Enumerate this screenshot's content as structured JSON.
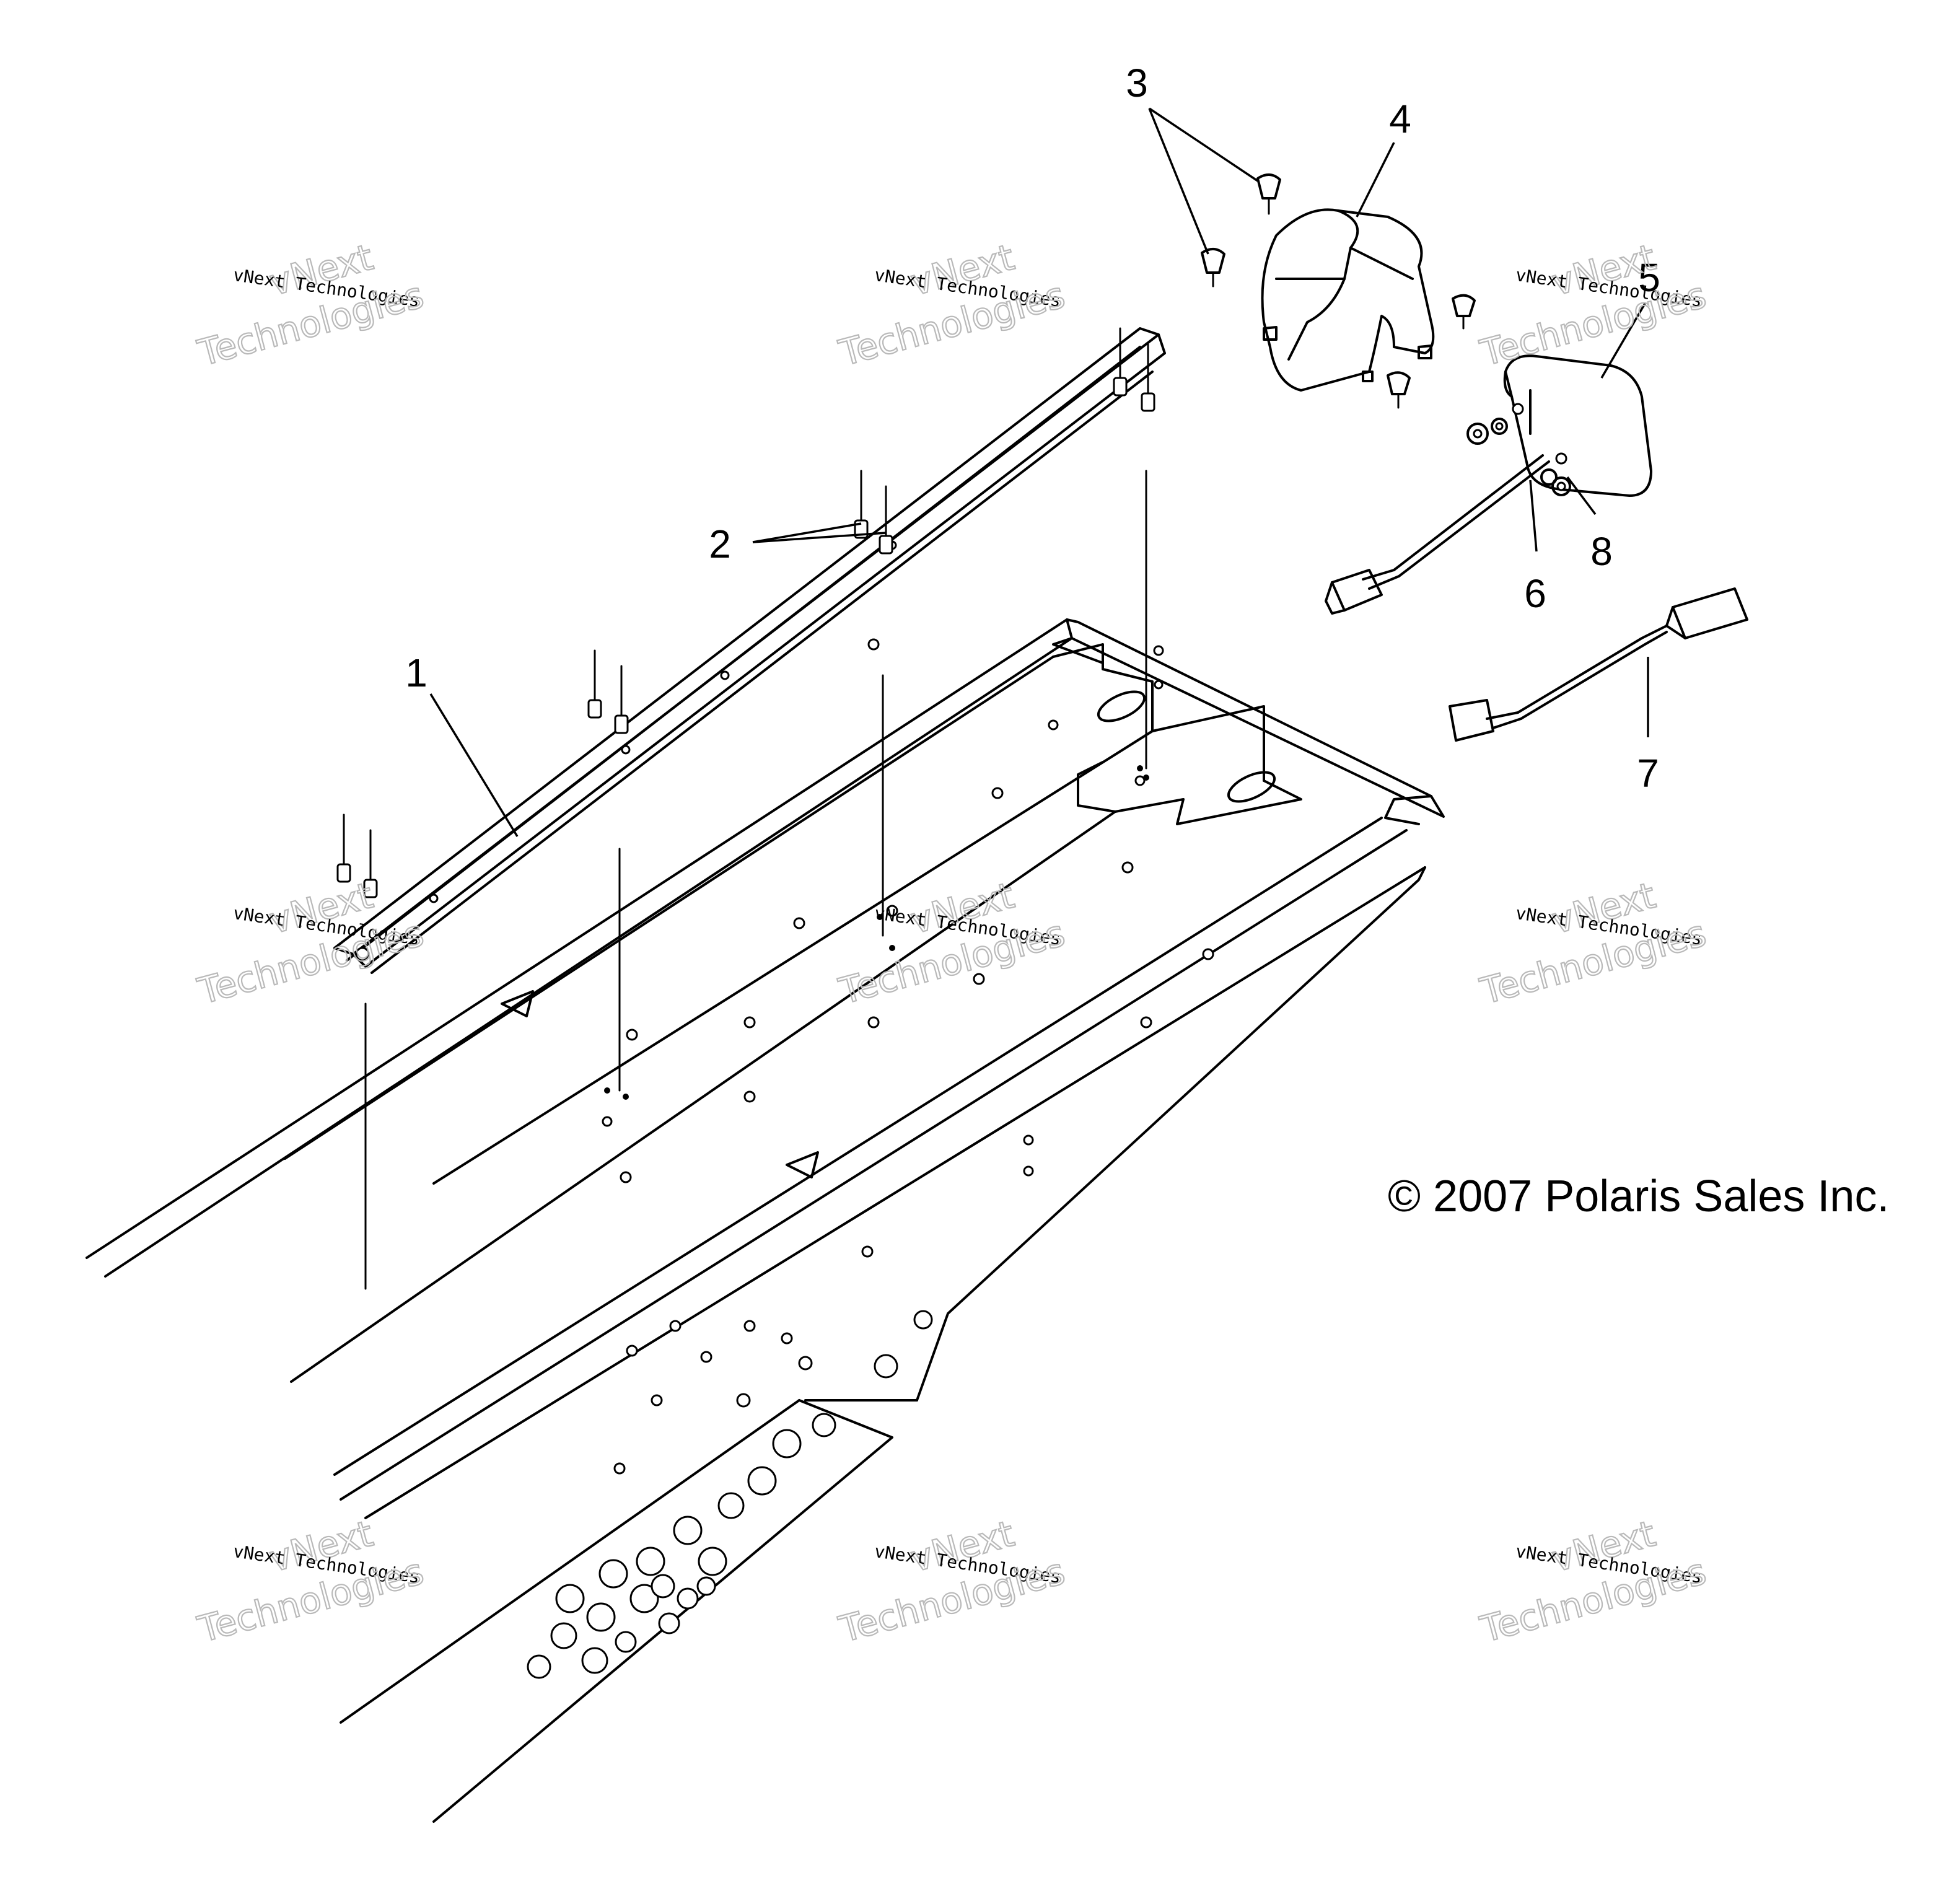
{
  "callouts": [
    "1",
    "2",
    "3",
    "4",
    "5",
    "6",
    "7",
    "8"
  ],
  "copyright": "© 2007 Polaris Sales Inc.",
  "watermark": {
    "line_top": "vNext",
    "line_small": "vNext Technologies",
    "line_big": "Technologies"
  }
}
